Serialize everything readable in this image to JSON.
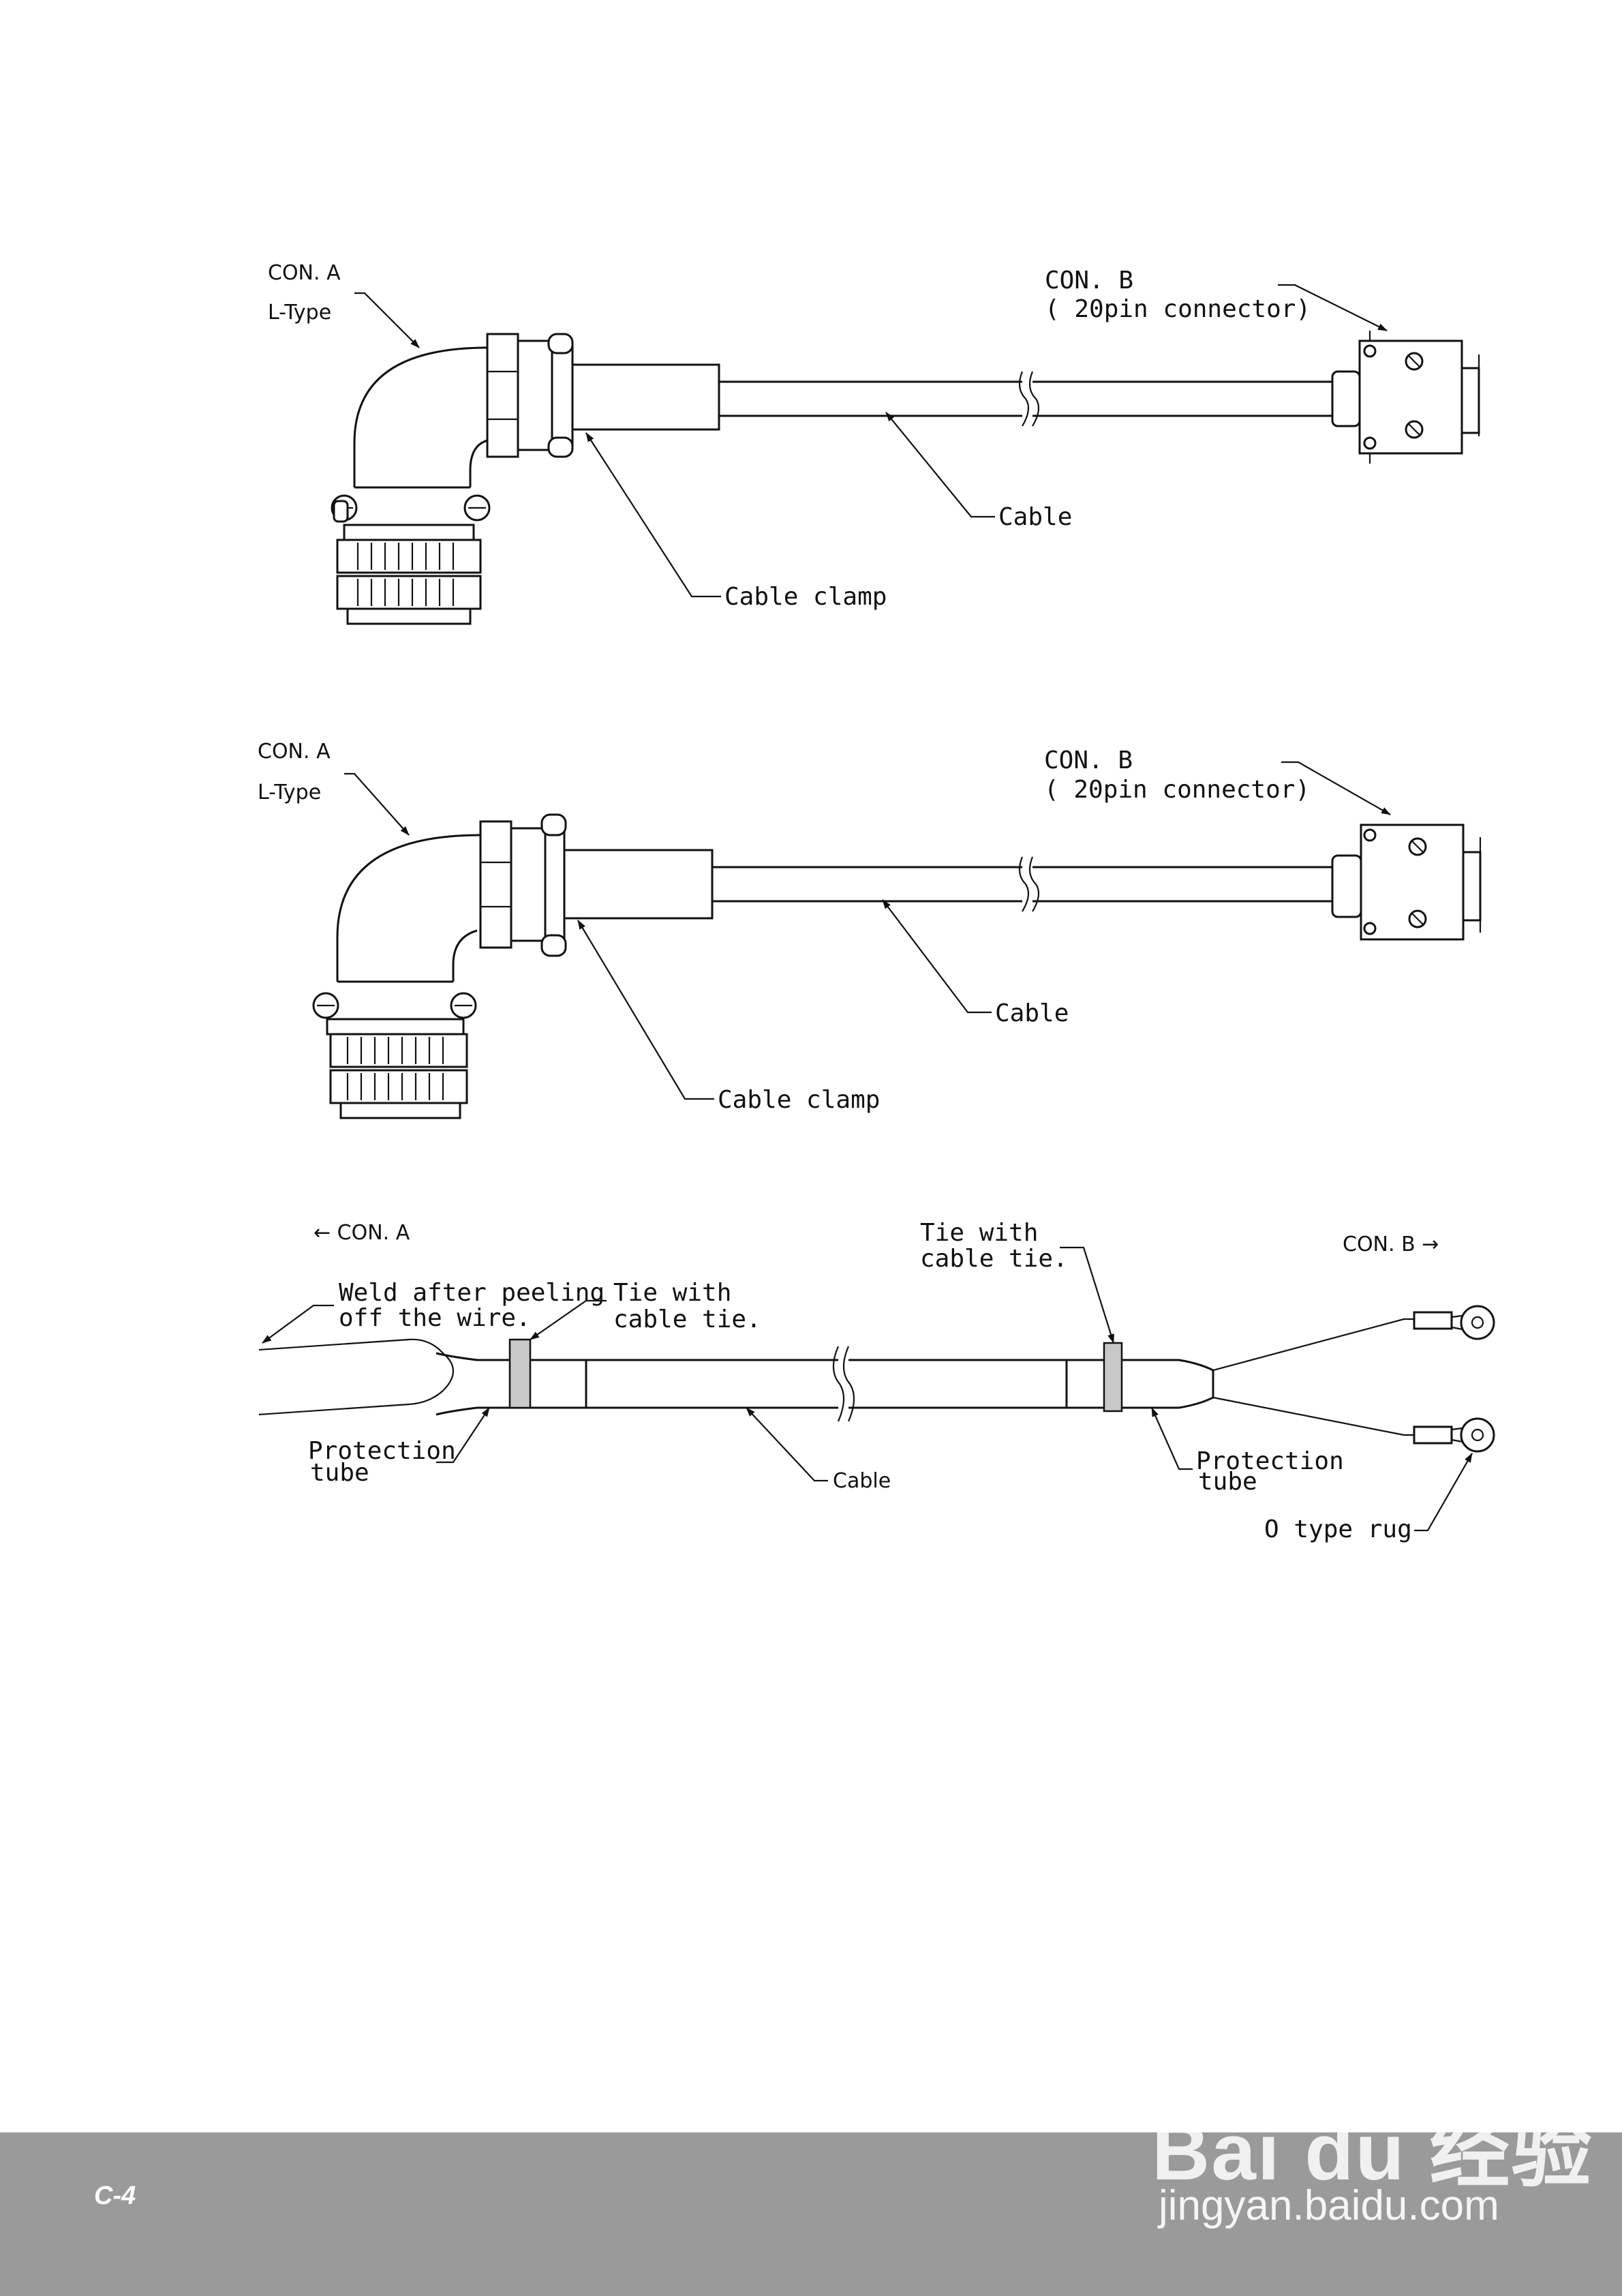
{
  "diagrams": [
    {
      "con_a": "CON. A",
      "con_a_type": "L-Type",
      "con_b": "CON. B",
      "con_b_desc": "( 20pin connector)",
      "cable": "Cable",
      "cable_clamp": "Cable clamp"
    },
    {
      "con_a": "CON. A",
      "con_a_type": "L-Type",
      "con_b": "CON. B",
      "con_b_desc": "( 20pin connector)",
      "cable": "Cable",
      "cable_clamp": "Cable clamp"
    },
    {
      "con_a_ref": "← CON. A",
      "con_b_ref": "CON. B →",
      "weld_line1": "Weld after peeling",
      "weld_line2": "off the wire.",
      "tie_left_line1": "Tie with",
      "tie_left_line2": "cable tie.",
      "tie_right_line1": "Tie with",
      "tie_right_line2": "cable tie.",
      "prot_left_line1": "Protection",
      "prot_left_line2": "tube",
      "prot_right_line1": "Protection",
      "prot_right_line2": "tube",
      "cable": "Cable",
      "o_type": "O type rug"
    }
  ],
  "footer": {
    "page_number": "C-4",
    "watermark_logo": "Bai du 经验",
    "watermark_url": "jingyan.baidu.com"
  }
}
